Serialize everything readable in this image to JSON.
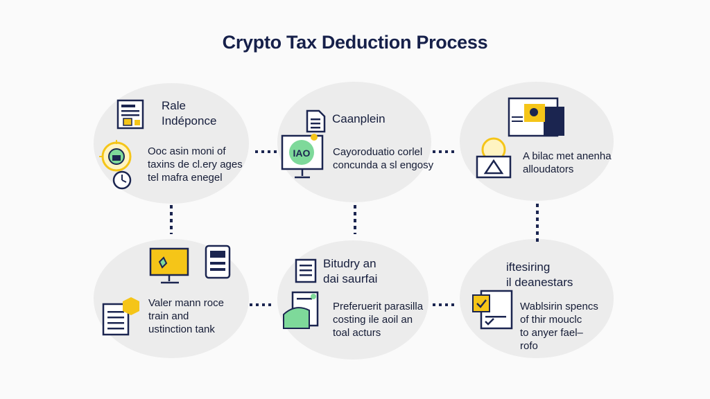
{
  "title": "Crypto Tax Deduction Process",
  "nodes": [
    {
      "heading": [
        "Rale",
        "Indéponce"
      ],
      "body": [
        "Ooc asin moni of",
        "taxins de cl.ery ages",
        "tel mafra enegel"
      ]
    },
    {
      "heading": [
        "Caanplein"
      ],
      "body": [
        "Cayoroduatio corlel",
        "concunda a sl engosy"
      ]
    },
    {
      "heading": [],
      "body": [
        "A bilac met anenha",
        "alloudators"
      ]
    },
    {
      "heading": [],
      "body": [
        "Valer mann roce",
        "train and",
        "ustinction tank"
      ]
    },
    {
      "heading": [
        "Bitudry an",
        "dai saurfai"
      ],
      "body": [
        "Preferuerit parasilla",
        "costing ile aoil an",
        "toal acturs"
      ]
    },
    {
      "heading": [
        "iftesiring",
        "il deanestars"
      ],
      "body": [
        "Wablsirin spencs",
        "of thir mouclc",
        "to anyer fael–",
        "rofo"
      ]
    }
  ],
  "icon_label": "IAO",
  "colors": {
    "navy": "#1b2550",
    "yellow": "#f5c518",
    "green": "#7ed99a",
    "circle": "#ececec"
  }
}
